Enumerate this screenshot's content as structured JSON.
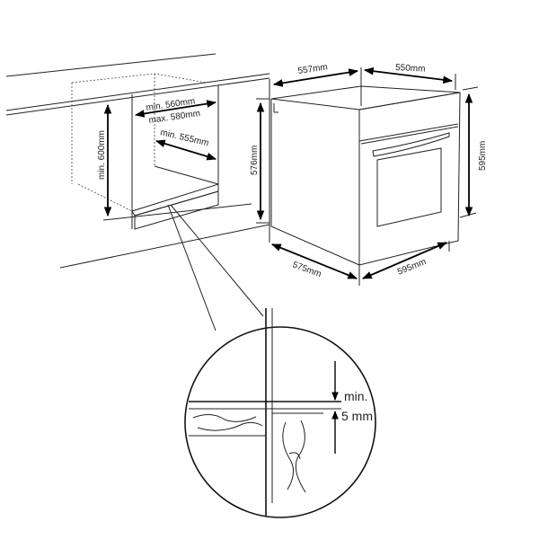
{
  "cabinet_labels": {
    "height": "min. 600mm",
    "width_min": "min. 560mm",
    "width_max": "max. 580mm",
    "depth": "min. 555mm"
  },
  "oven_labels": {
    "top_depth": "557mm",
    "top_width": "550mm",
    "side_height": "576mm",
    "front_height": "595mm",
    "bottom_depth": "575mm",
    "bottom_width": "595mm"
  },
  "detail_labels": {
    "gap_line1": "min.",
    "gap_line2": "5 mm"
  }
}
